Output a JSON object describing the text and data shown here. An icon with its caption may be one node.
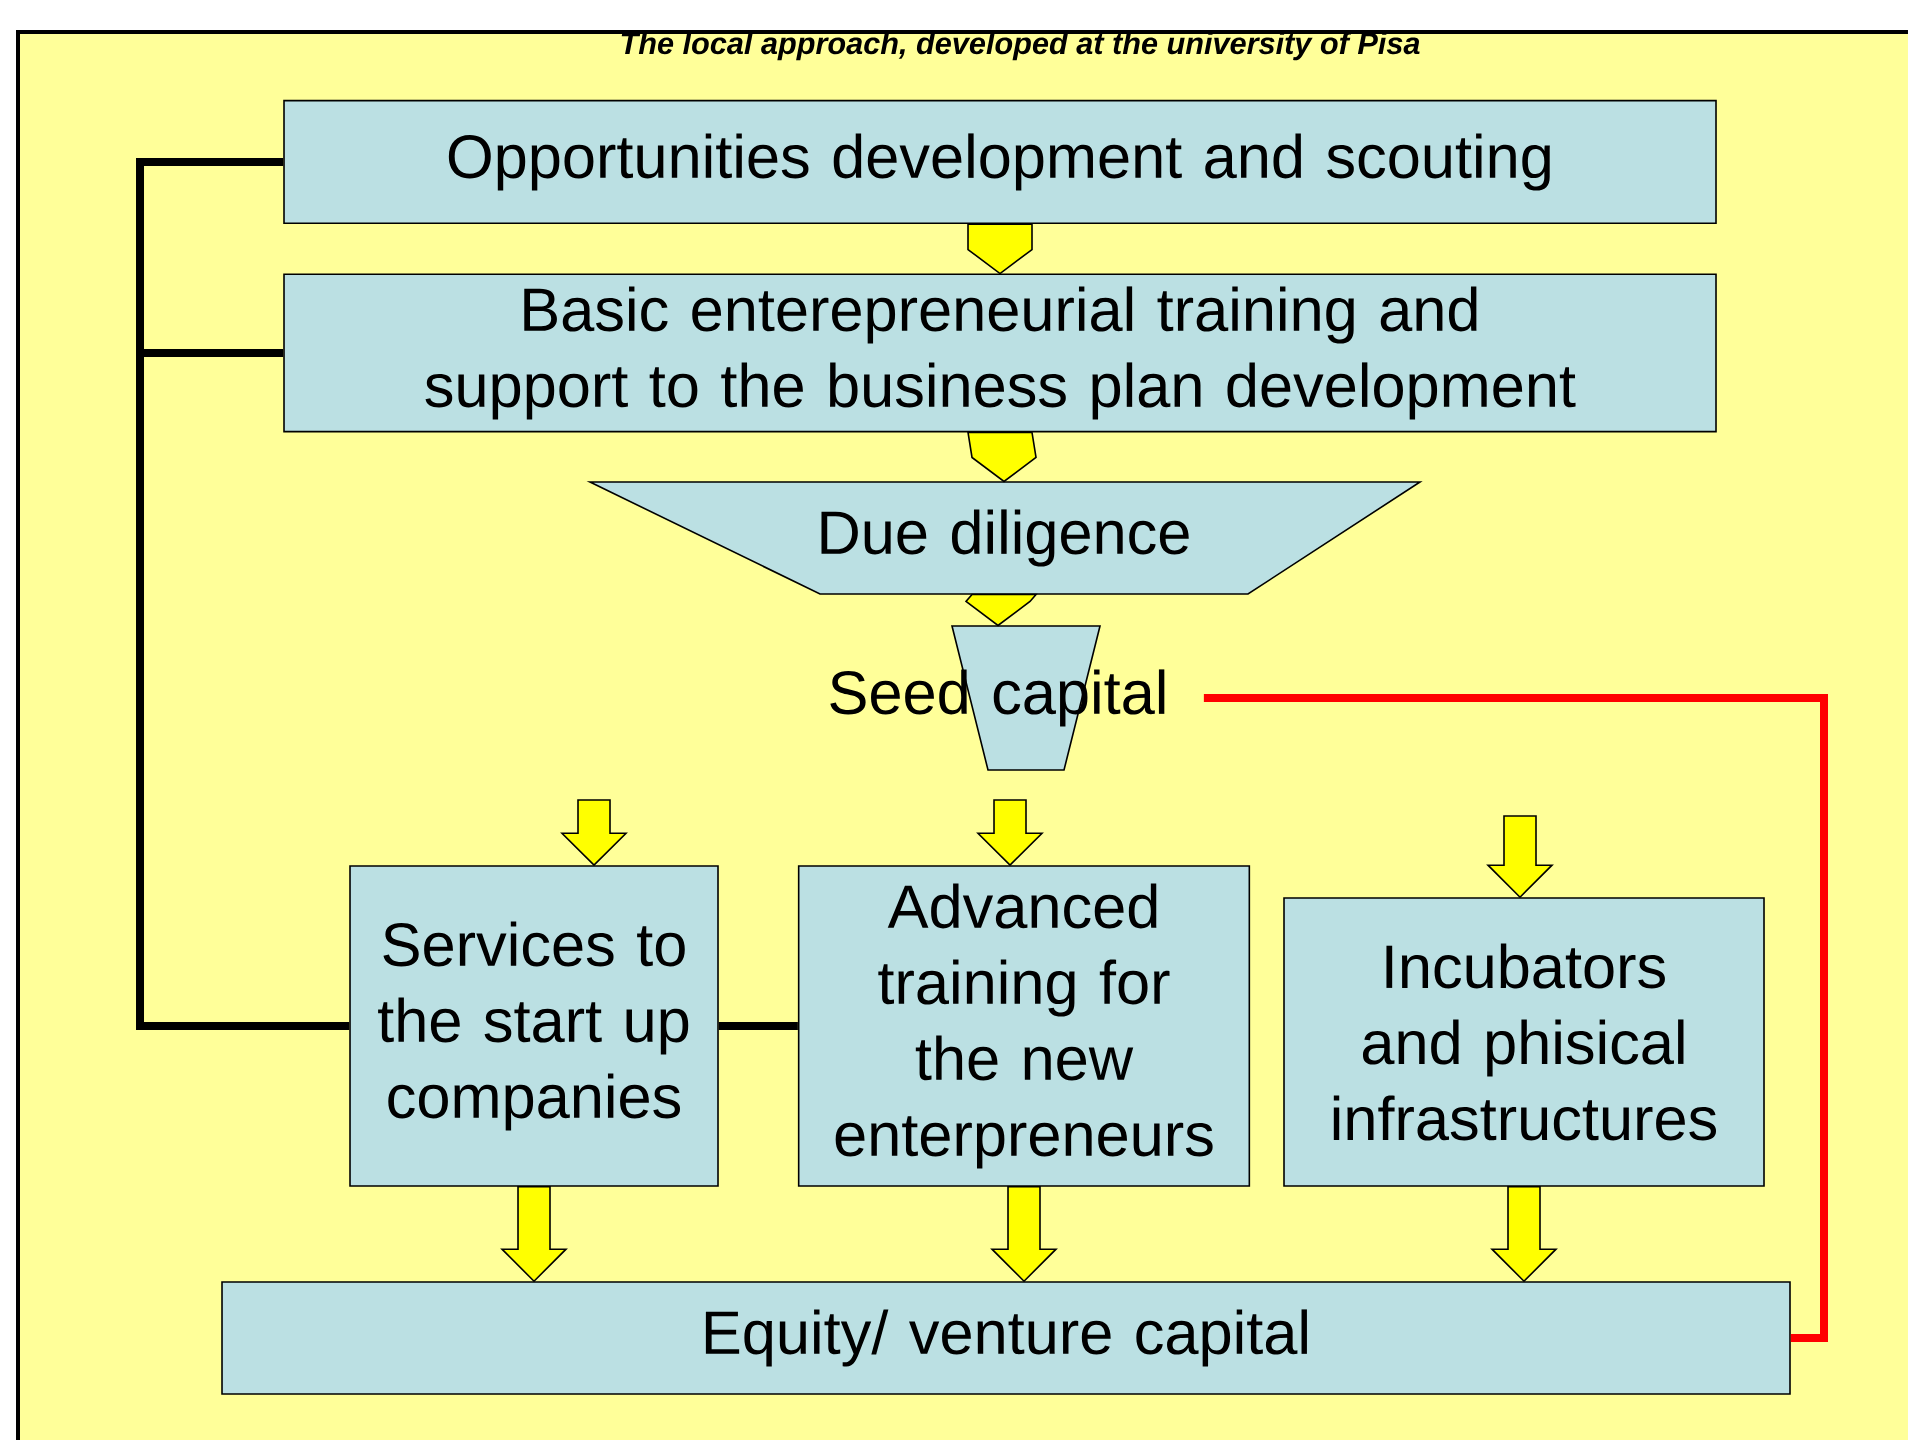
{
  "diagram": {
    "title": "The local approach, developed at the university of Pisa",
    "nodes": [
      {
        "text": [
          "Opportunities development and scouting"
        ]
      },
      {
        "text": [
          "Basic enterepreneurial training and support to the business plan development"
        ]
      },
      {
        "text": [
          "Due diligence"
        ]
      },
      {
        "text": [
          "Seed capital"
        ]
      },
      {
        "text": [
          "Services to the start up companies"
        ]
      },
      {
        "text": [
          "Advanced training for the new enterpreneurs"
        ]
      },
      {
        "text": [
          "Incubators and phisical infrastructures"
        ]
      },
      {
        "text": [
          "Equity/ venture capital"
        ]
      }
    ],
    "edges": [
      {
        "from": 0,
        "to": 1,
        "arrow": "to"
      },
      {
        "from": 1,
        "to": 2,
        "arrow": "to"
      },
      {
        "from": 2,
        "to": 3,
        "arrow": "to"
      },
      {
        "from": null,
        "to": 4,
        "arrow": "to"
      },
      {
        "from": null,
        "to": 5,
        "arrow": "to"
      },
      {
        "from": null,
        "to": 6,
        "arrow": "to"
      },
      {
        "from": 4,
        "to": 7,
        "arrow": "to"
      },
      {
        "from": 5,
        "to": 7,
        "arrow": "to"
      },
      {
        "from": 6,
        "to": 7,
        "arrow": "to"
      },
      {
        "from": 0,
        "to": 4,
        "arrow": "none"
      },
      {
        "from": 1,
        "to": 4,
        "arrow": "none"
      },
      {
        "from": 4,
        "to": 5,
        "arrow": "none"
      },
      {
        "from": 3,
        "to": 7,
        "arrow": "none",
        "color": "#ff0000"
      }
    ]
  }
}
